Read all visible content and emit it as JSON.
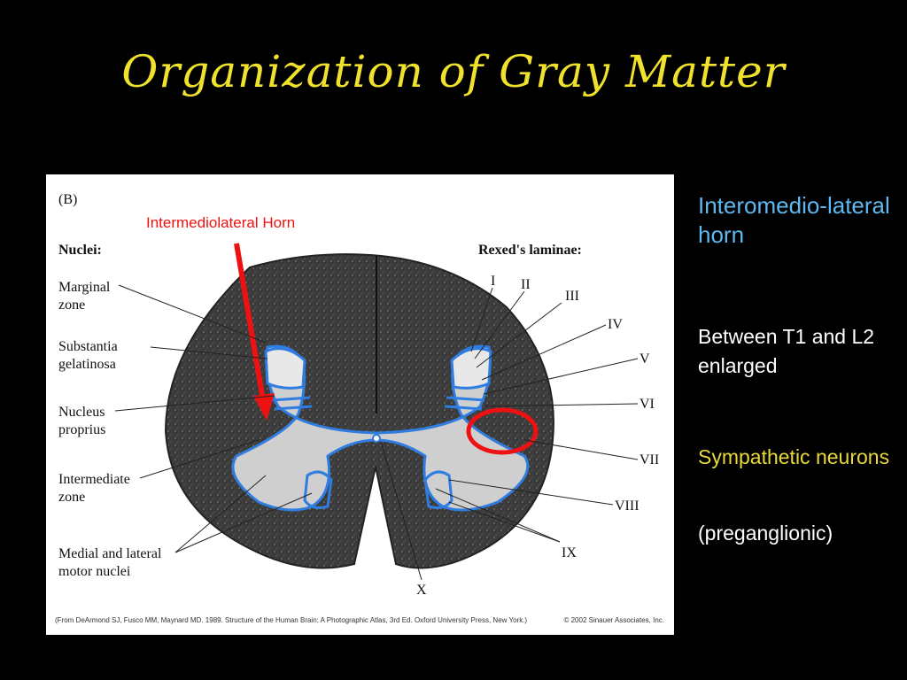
{
  "title": "Organization of Gray Matter",
  "figure": {
    "panel_label": "(B)",
    "highlight_label": "Intermediolateral Horn",
    "nuclei_heading": "Nuclei:",
    "laminae_heading": "Rexed's laminae:",
    "nuclei": [
      [
        "Marginal",
        "zone"
      ],
      [
        "Substantia",
        "gelatinosa"
      ],
      [
        "Nucleus",
        "proprius"
      ],
      [
        "Intermediate",
        "zone"
      ],
      [
        "Medial and lateral",
        "motor nuclei"
      ]
    ],
    "laminae": [
      "I",
      "II",
      "III",
      "IV",
      "V",
      "VI",
      "VII",
      "VIII",
      "IX",
      "X"
    ],
    "credit": "(From DeArmond SJ, Fusco MM, Maynard MD. 1989. Structure of the Human Brain: A Photographic Atlas, 3rd Ed. Oxford University Press, New York.)",
    "copyright": "© 2002 Sinauer Associates, Inc.",
    "colors": {
      "outline": "#2f7de0",
      "arrow": "#ee1111",
      "tissue": "#3a3a3a"
    }
  },
  "side": {
    "heading": "Interomedio-lateral horn",
    "location": "Between T1 and L2 enlarged",
    "neurons": "Sympathetic neurons",
    "note": "(preganglionic)"
  }
}
